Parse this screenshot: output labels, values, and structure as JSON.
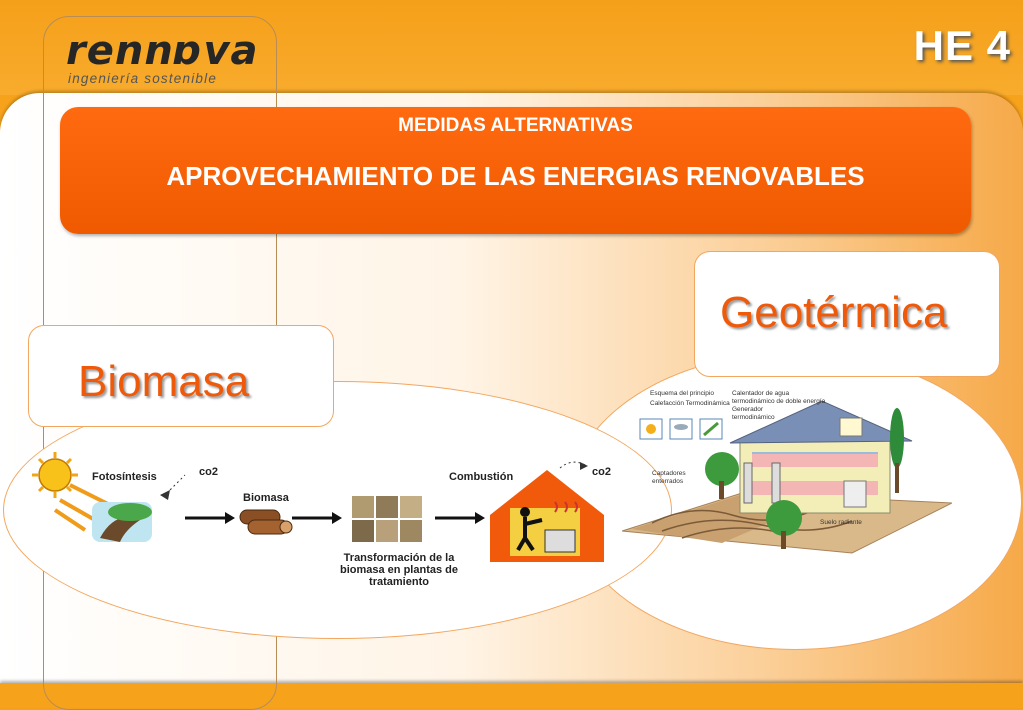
{
  "logo": {
    "name": "rennɒva",
    "tagline": "ingeniería sostenible"
  },
  "slide_code": "HE  4",
  "banner": {
    "subtitle": "MEDIDAS ALTERNATIVAS",
    "title": "APROVECHAMIENTO DE LAS ENERGIAS RENOVABLES"
  },
  "geotermica": {
    "title": "Geotérmica",
    "labels": {
      "esquema": "Esquema del principio",
      "calefaccion": "Calefacción Termodinámica",
      "calentador": "Calentador de agua termodinámico de doble energía",
      "generador": "Generador termodinámico",
      "captadores": "Captadores enterrados",
      "suelo": "Suelo radiante"
    }
  },
  "biomasa": {
    "title": "Biomasa",
    "labels": {
      "fotosintesis": "Fotosíntesis",
      "co2_a": "co2",
      "biomasa": "Biomasa",
      "transformacion": "Transformación de la biomasa en plantas de tratamiento",
      "combustion": "Combustión",
      "co2_b": "co2"
    }
  },
  "colors": {
    "accent": "#ef5a0a",
    "background": "#f7a21b",
    "banner": "#ff6a10"
  }
}
